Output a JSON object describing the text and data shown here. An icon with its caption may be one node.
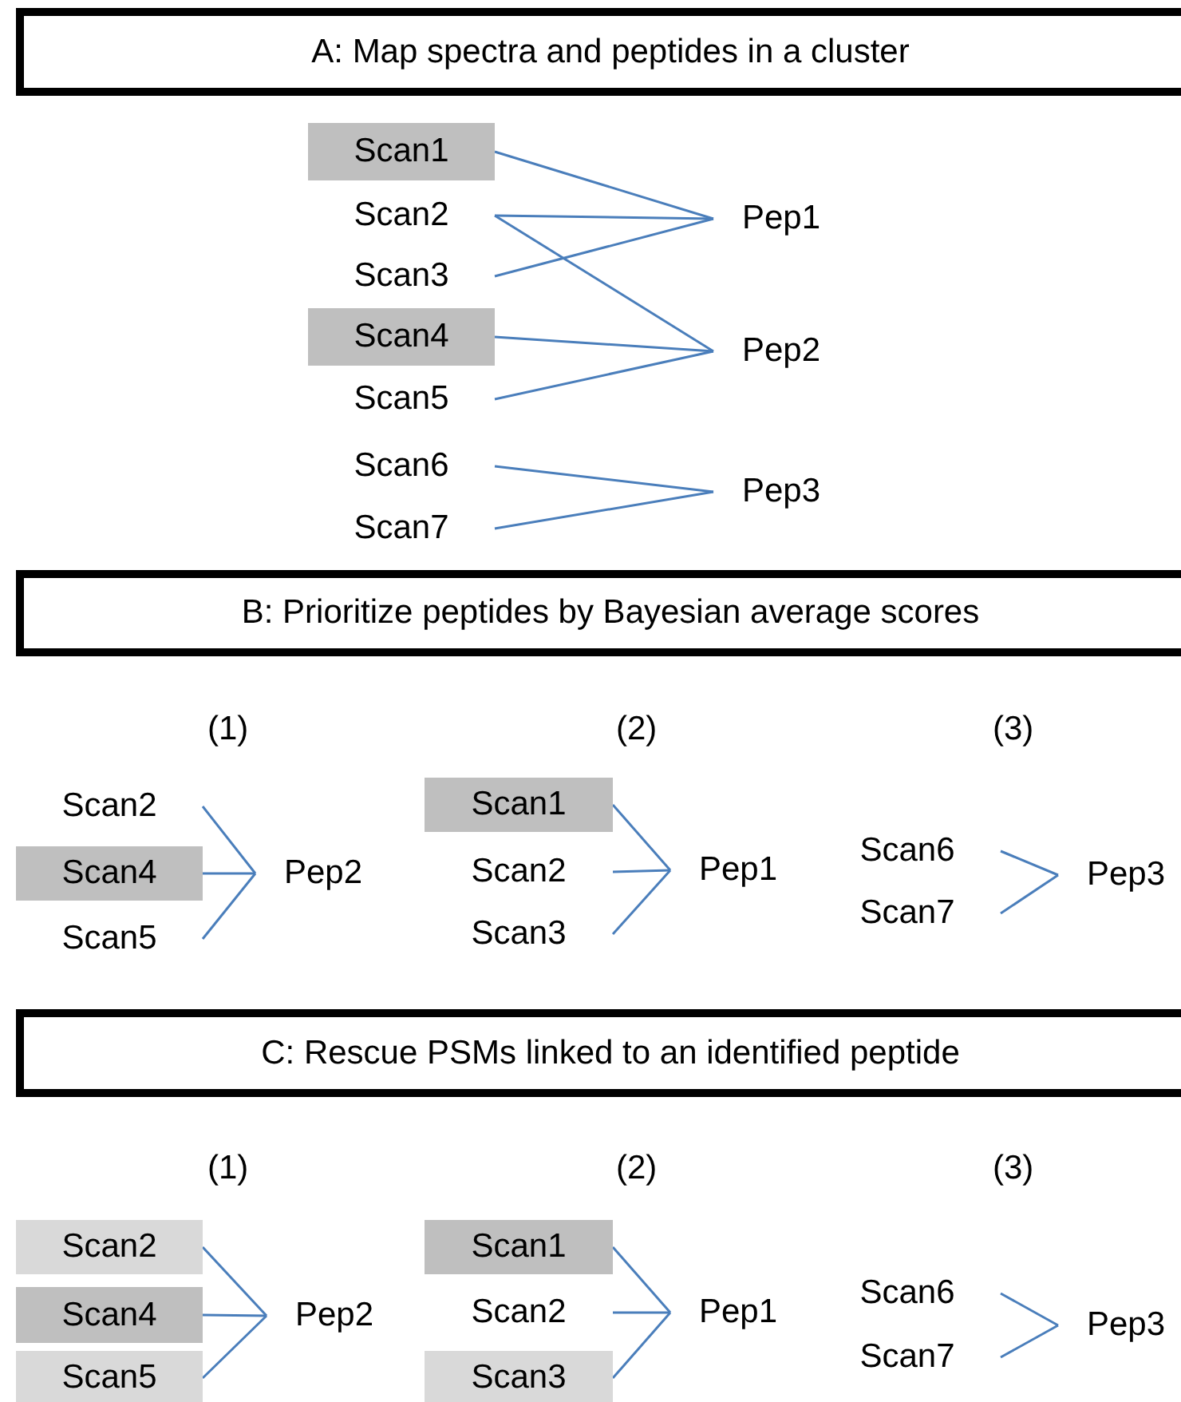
{
  "diagram": {
    "nodes": [
      {
        "text": [
          "A: Map spectra and peptides in a cluster"
        ]
      },
      {
        "text": [
          "Scan1"
        ]
      },
      {
        "text": [
          "Scan2"
        ]
      },
      {
        "text": [
          "Scan3"
        ]
      },
      {
        "text": [
          "Scan4"
        ]
      },
      {
        "text": [
          "Scan5"
        ]
      },
      {
        "text": [
          "Scan6"
        ]
      },
      {
        "text": [
          "Scan7"
        ]
      },
      {
        "text": [
          "Pep1"
        ]
      },
      {
        "text": [
          "Pep2"
        ]
      },
      {
        "text": [
          "Pep3"
        ]
      },
      {
        "text": [
          "B: Prioritize peptides by Bayesian average scores"
        ]
      },
      {
        "text": [
          "Scan2"
        ]
      },
      {
        "text": [
          "Scan4"
        ]
      },
      {
        "text": [
          "Scan5"
        ]
      },
      {
        "text": [
          "Pep2"
        ]
      },
      {
        "text": [
          "Scan1"
        ]
      },
      {
        "text": [
          "Scan2"
        ]
      },
      {
        "text": [
          "Scan3"
        ]
      },
      {
        "text": [
          "Pep1"
        ]
      },
      {
        "text": [
          "Scan6"
        ]
      },
      {
        "text": [
          "Scan7"
        ]
      },
      {
        "text": [
          "Pep3"
        ]
      },
      {
        "text": [
          "C: Rescue PSMs linked to an identified peptide"
        ]
      },
      {
        "text": [
          "Scan2"
        ]
      },
      {
        "text": [
          "Scan4"
        ]
      },
      {
        "text": [
          "Scan5"
        ]
      },
      {
        "text": [
          "Pep2"
        ]
      },
      {
        "text": [
          "Scan1"
        ]
      },
      {
        "text": [
          "Scan2"
        ]
      },
      {
        "text": [
          "Scan3"
        ]
      },
      {
        "text": [
          "Pep1"
        ]
      },
      {
        "text": [
          "Scan6"
        ]
      },
      {
        "text": [
          "Scan7"
        ]
      },
      {
        "text": [
          "Pep3"
        ]
      }
    ],
    "edges": [
      {
        "from": 1,
        "to": 8,
        "arrow": "none"
      },
      {
        "from": 2,
        "to": 8,
        "arrow": "none"
      },
      {
        "from": 2,
        "to": 9,
        "arrow": "none"
      },
      {
        "from": 3,
        "to": 8,
        "arrow": "none"
      },
      {
        "from": 4,
        "to": 9,
        "arrow": "none"
      },
      {
        "from": 5,
        "to": 9,
        "arrow": "none"
      },
      {
        "from": 6,
        "to": 10,
        "arrow": "none"
      },
      {
        "from": 7,
        "to": 10,
        "arrow": "none"
      },
      {
        "from": 12,
        "to": 15,
        "arrow": "none"
      },
      {
        "from": 13,
        "to": 15,
        "arrow": "none"
      },
      {
        "from": 14,
        "to": 15,
        "arrow": "none"
      },
      {
        "from": 16,
        "to": 19,
        "arrow": "none"
      },
      {
        "from": 17,
        "to": 19,
        "arrow": "none"
      },
      {
        "from": 18,
        "to": 19,
        "arrow": "none"
      },
      {
        "from": 20,
        "to": 22,
        "arrow": "none"
      },
      {
        "from": 21,
        "to": 22,
        "arrow": "none"
      },
      {
        "from": 24,
        "to": 27,
        "arrow": "none"
      },
      {
        "from": 25,
        "to": 27,
        "arrow": "none"
      },
      {
        "from": 26,
        "to": 27,
        "arrow": "none"
      },
      {
        "from": 28,
        "to": 31,
        "arrow": "none"
      },
      {
        "from": 29,
        "to": 31,
        "arrow": "none"
      },
      {
        "from": 30,
        "to": 31,
        "arrow": "none"
      },
      {
        "from": 32,
        "to": 34,
        "arrow": "none"
      },
      {
        "from": 33,
        "to": 34,
        "arrow": "none"
      }
    ],
    "labels": [
      "(1)",
      "(2)",
      "(3)",
      "(1)",
      "(2)",
      "(3)"
    ]
  }
}
